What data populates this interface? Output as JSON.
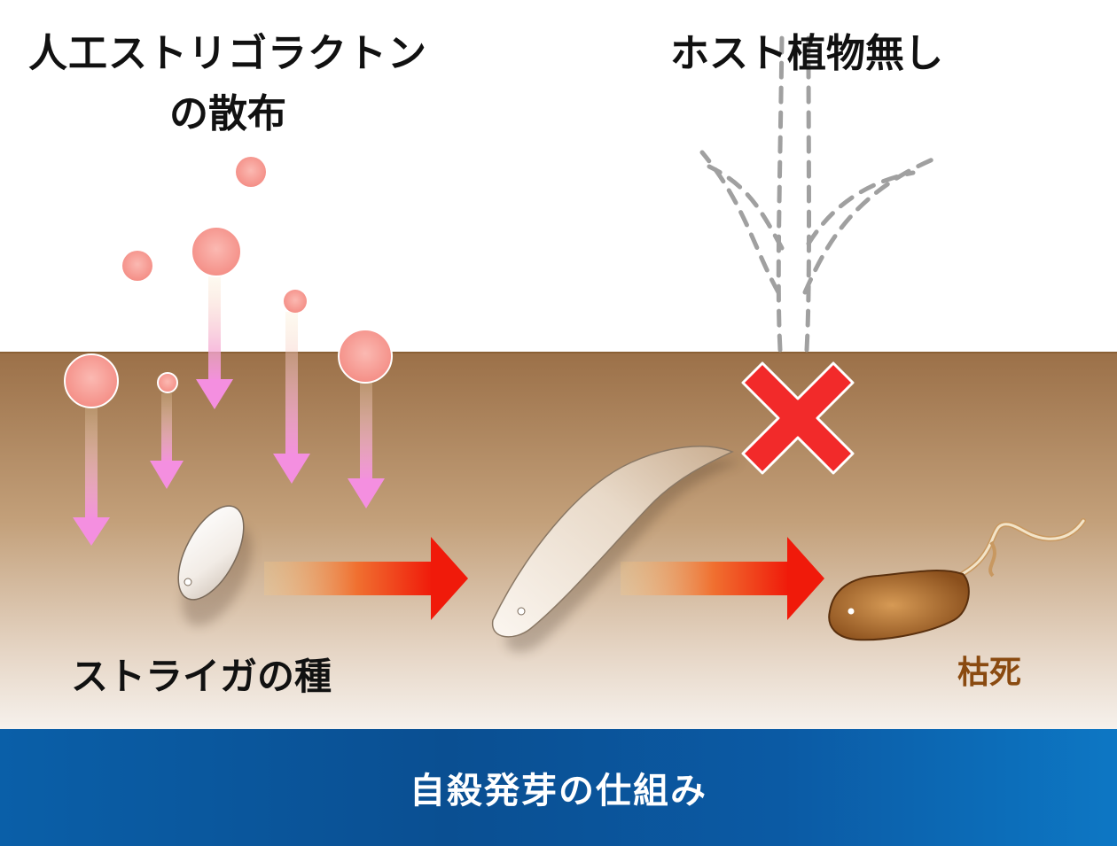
{
  "labels": {
    "title_line1": "人工ストリゴラクトン",
    "title_line2": "の散布",
    "no_host": "ホスト植物無し",
    "seed": "ストライガの種",
    "dead": "枯死",
    "footer": "自殺発芽の仕組み"
  },
  "colors": {
    "soil_top": "#9e744a",
    "soil_bottom": "#f3ede8",
    "molecule": "#f7a19a",
    "down_arrow": "#f48fe0",
    "process_arrow": "#f02010",
    "cross": "#f22a2a",
    "footer_bg": "#0b5aa4"
  },
  "icons": {
    "molecules": "strigolactone-molecule-icon",
    "seed": "striga-seed-icon",
    "germinated": "germinated-seed-icon",
    "withered": "withered-seedling-icon",
    "host_plant": "host-plant-outline-icon",
    "cross": "cross-mark-icon"
  }
}
